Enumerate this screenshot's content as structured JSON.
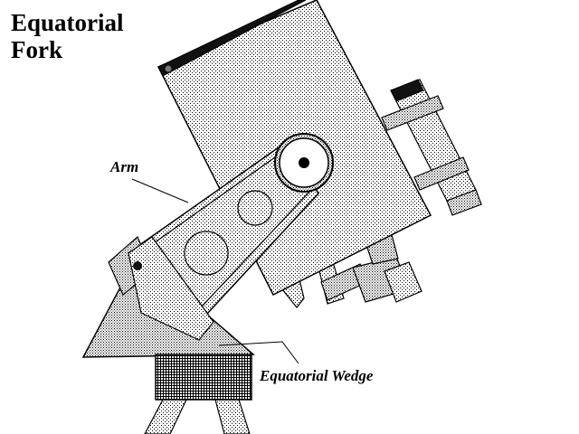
{
  "title": {
    "line1": "Equatorial",
    "line2": "Fork"
  },
  "labels": {
    "arm": "Arm",
    "wedge": "Equatorial Wedge"
  },
  "colors": {
    "background": "#ffffff",
    "line": "#000000",
    "dotted_fill": "#d0d0d0",
    "dark_bar": "#111111"
  }
}
